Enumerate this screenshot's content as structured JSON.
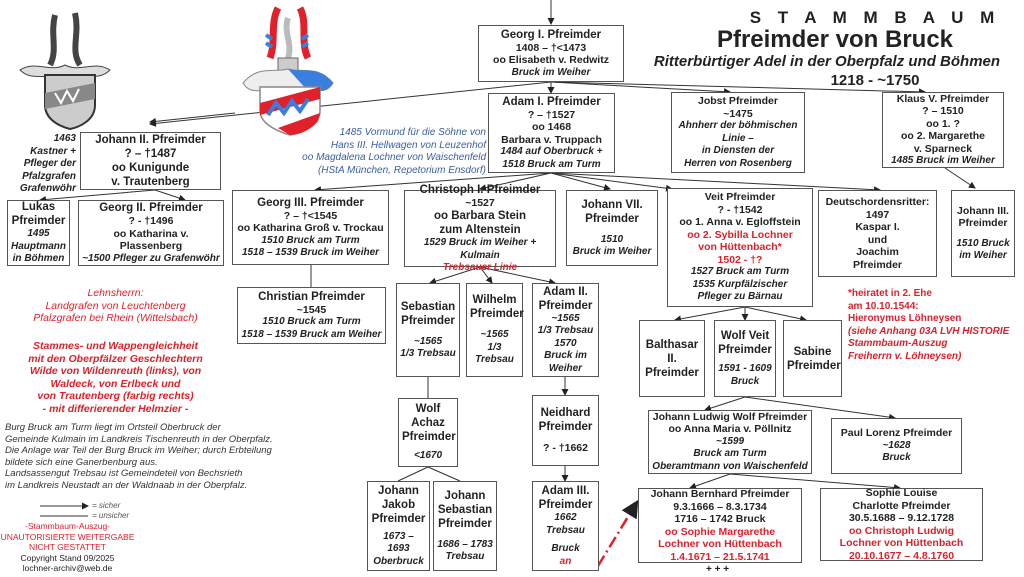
{
  "title": {
    "line1": "S T A M M B A U M",
    "line2": "Pfreimder von Bruck",
    "line3": "Ritterbürtiger Adel in der Oberpfalz und Böhmen",
    "line4": "1218 - ~1750"
  },
  "colors": {
    "accent_red": "#e0202a",
    "note_blue": "#3a5ea8",
    "box_border": "#555555"
  },
  "persons": {
    "georg1": [
      "Georg I. Pfreimder",
      "1408 – †<1473",
      "oo Elisabeth v. Redwitz",
      "Bruck im Weiher"
    ],
    "adam1": [
      "Adam I. Pfreimder",
      "? – †1527",
      "oo 1468",
      "Barbara v. Truppach",
      "1484 auf Oberbruck +",
      "1518 Bruck am Turm"
    ],
    "jobst": [
      "Jobst Pfreimder",
      "~1475",
      "Ahnherr der böhmischen Linie –",
      "in Diensten der",
      "Herren von Rosenberg"
    ],
    "klaus5": [
      "Klaus V. Pfreimder",
      "? – 1510",
      "oo 1.  ?",
      "oo 2. Margarethe",
      "v. Sparneck",
      "1485 Bruck im Weiher"
    ],
    "johann2": [
      "Johann II. Pfreimder",
      "? – †1487",
      "oo Kunigunde",
      "v. Trautenberg"
    ],
    "lukas": [
      "Lukas",
      "Pfreimder",
      "1495",
      "Hauptmann",
      "in Böhmen"
    ],
    "georg2": [
      "Georg II. Pfreimder",
      "? - †1496",
      "oo Katharina v. Plassenberg",
      "~1500 Pfleger zu Grafenwöhr"
    ],
    "georg3": [
      "Georg III. Pfreimder",
      "? – †<1545",
      "oo Katharina Groß v. Trockau",
      "1510 Bruck am Turm",
      "1518 – 1539 Bruck im Weiher"
    ],
    "christian": [
      "Christian Pfreimder",
      "~1545",
      "1510 Bruck am Turm",
      "1518 – 1539 Bruck am Weiher"
    ],
    "christoph1": [
      "Christoph  I. Pfreimder",
      "~1527",
      "oo Barbara Stein",
      "zum Altenstein",
      "1529 Bruck im Weiher + Kulmain",
      "Trebsauer Linie"
    ],
    "johann7": [
      "Johann VII.",
      "Pfreimder",
      "1510",
      "Bruck im Weiher"
    ],
    "veit": [
      "Veit Pfreimder",
      "? - †1542",
      "oo 1. Anna v. Egloffstein",
      "oo 2. Sybilla Lochner",
      "von Hüttenbach*",
      "1502 - †?",
      "1527 Bruck am Turm",
      "1535 Kurpfälzischer",
      "Pfleger zu Bärnau"
    ],
    "deutschorden": [
      "Deutschordensritter:",
      "1497",
      "Kaspar I.",
      "und",
      "Joachim",
      "Pfreimder"
    ],
    "johann3": [
      "Johann III.",
      "Pfreimder",
      "1510 Bruck",
      "im Weiher"
    ],
    "sebastian": [
      "Sebastian",
      "Pfreimder",
      "~1565",
      "1/3 Trebsau"
    ],
    "wilhelm": [
      "Wilhelm",
      "Pfreimder",
      "~1565",
      "1/3 Trebsau"
    ],
    "adam2": [
      "Adam II.",
      "Pfreimder",
      "~1565",
      "1/3 Trebsau",
      "1570",
      "Bruck im",
      "Weiher"
    ],
    "wolfachaz": [
      "Wolf",
      "Achaz",
      "Pfreimder",
      "<1670"
    ],
    "neidhard": [
      "Neidhard",
      "Pfreimder",
      "? - †1662"
    ],
    "johannjakob": [
      "Johann",
      "Jakob",
      "Pfreimder",
      "1673 – 1693",
      "Oberbruck"
    ],
    "johannsebastian": [
      "Johann",
      "Sebastian",
      "Pfreimder",
      "1686 – 1783",
      "Trebsau"
    ],
    "adam3": [
      "Adam III.",
      "Pfreimder",
      "1662 Trebsau",
      "Bruck",
      "an"
    ],
    "balthasar": [
      "Balthasar II.",
      "Pfreimder"
    ],
    "wolfveit": [
      "Wolf Veit",
      "Pfreimder",
      "1591 - 1609",
      "Bruck"
    ],
    "sabine": [
      "Sabine",
      "Pfreimder"
    ],
    "johannludwig": [
      "Johann Ludwig Wolf Pfreimder",
      "oo Anna Maria v. Pöllnitz",
      "~1599",
      "Bruck am Turm",
      "Oberamtmann von Waischenfeld"
    ],
    "paullorenz": [
      "Paul Lorenz Pfreimder",
      "~1628",
      "Bruck"
    ],
    "johannbernhard": [
      "Johann Bernhard Pfreimder",
      "9.3.1666 – 8.3.1734",
      "1716 – 1742 Bruck",
      "oo Sophie Margarethe",
      "Lochner von Hüttenbach",
      "1.4.1671 – 21.5.1741"
    ],
    "sophielouise": [
      "Sophie Louise",
      "Charlotte Pfreimder",
      "30.5.1688 – 9.12.1728",
      "oo Christoph Ludwig",
      "Lochner von Hüttenbach",
      "20.10.1677 – 4.8.1760"
    ]
  },
  "notes": {
    "kastner": [
      "1463",
      "Kastner +",
      "Pfleger der",
      "Pfalzgrafen",
      "Grafenwöhr"
    ],
    "vormund": [
      "1485 Vormund für die Söhne von",
      "Hans III. Hellwagen von Leuzenhof",
      "oo Magdalena Lochner von Waischenfeld",
      "(HStA München, Repetorium Ensdorf)"
    ],
    "lehnsherrn": [
      "Lehnsherrn:",
      "Landgrafen von Leuchtenberg",
      "Pfalzgrafen bei Rhein (Wittelsbach)"
    ],
    "stammes": [
      "Stammes- und Wappengleichheit",
      "mit den Oberpfälzer Geschlechtern",
      "Wilde von Wildenreuth (links), von",
      "Waldeck, von Erlbeck und",
      "von Trautenberg  (farbig rechts)",
      "- mit differierender Helmzier -"
    ],
    "burg": [
      "Burg Bruck am Turm liegt im Ortsteil Oberbruck der",
      "Gemeinde Kulmain im Landkreis Tischenreuth in der Oberpfalz.",
      "Die Anlage war Teil der Burg Bruck im Weiher; durch Erbteilung",
      "bildete sich eine Ganerbenburg aus.",
      "Landsassengut Trebsau ist Gemeindeteil von Bechsrieth",
      "im Landkreis Neustadt an der Waldnaab in der Oberpfalz."
    ],
    "heiratet": [
      "*heiratet in 2. Ehe",
      "am 10.10.1544:",
      "Hieronymus Löhneysen",
      "(siehe Anhang 03A LVH HISTORIE",
      "Stammbaum-Auszug",
      "Freiherrn v. Löhneysen)"
    ],
    "plus": "+ + +"
  },
  "legend": {
    "sure": "= sicher",
    "unsure": "= unsicher"
  },
  "footer": [
    "-Stammbaum-Auszug-",
    "UNAUTORISIERTE  WEITERGABE",
    "NICHT GESTATTET",
    "Copyright Stand 09/2025",
    "lochner-archiv@web.de"
  ],
  "crests": {
    "left": "crest-wilde-grayscale-icon",
    "right": "crest-trautenberg-color-icon"
  }
}
